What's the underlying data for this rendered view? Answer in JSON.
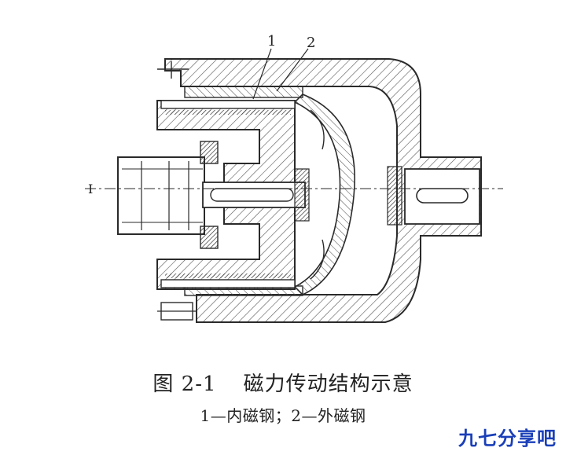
{
  "figure": {
    "labels": {
      "part_1": "1",
      "part_2": "2",
      "axis_marker": "I"
    }
  },
  "caption": {
    "figure_number": "图 2-1",
    "title": "磁力传动结构示意",
    "legend": "1—内磁钢；2—外磁钢"
  },
  "watermark": "九七分享吧",
  "colors": {
    "line": "#2a2a2a",
    "hatch": "#555555",
    "watermark": "#1a3fb8"
  }
}
